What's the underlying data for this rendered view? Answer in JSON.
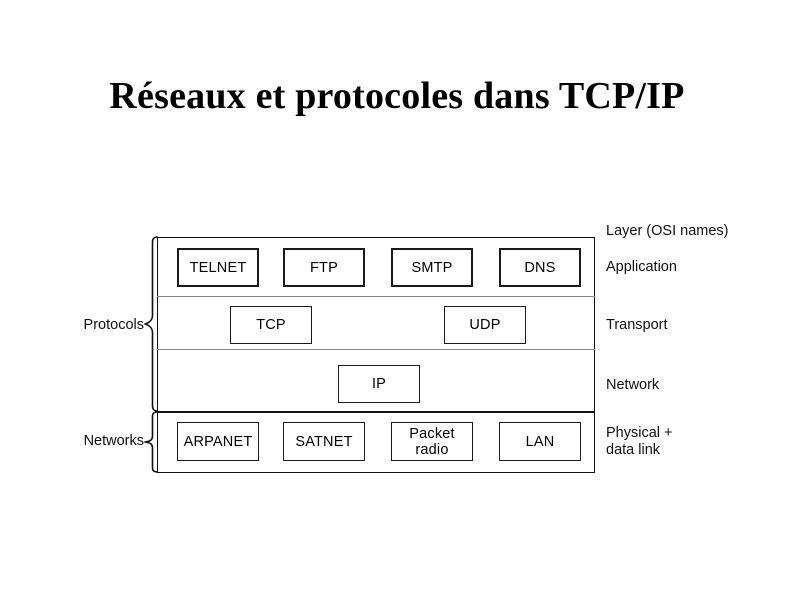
{
  "slide": {
    "title": "Réseaux et protocoles dans TCP/IP"
  },
  "diagram": {
    "heading_right": "Layer (OSI names)",
    "group_labels": {
      "protocols": "Protocols",
      "networks": "Networks"
    },
    "layers": [
      {
        "osi_name": "Application",
        "nodes": [
          "TELNET",
          "FTP",
          "SMTP",
          "DNS"
        ]
      },
      {
        "osi_name": "Transport",
        "nodes": [
          "TCP",
          "UDP"
        ]
      },
      {
        "osi_name": "Network",
        "nodes": [
          "IP"
        ]
      },
      {
        "osi_name": "Physical +\ndata link",
        "nodes": [
          "ARPANET",
          "SATNET",
          "Packet\nradio",
          "LAN"
        ]
      }
    ],
    "nodes": {
      "telnet": "TELNET",
      "ftp": "FTP",
      "smtp": "SMTP",
      "dns": "DNS",
      "tcp": "TCP",
      "udp": "UDP",
      "ip": "IP",
      "arpanet": "ARPANET",
      "satnet": "SATNET",
      "packet_radio": "Packet\nradio",
      "lan": "LAN"
    },
    "osi": {
      "application": "Application",
      "transport": "Transport",
      "network": "Network",
      "physical_data_link": "Physical +\ndata link"
    },
    "colors": {
      "background": "#ffffff",
      "ink": "#000000",
      "box_border": "#1a1a1a",
      "rule_light": "#8a8a8a",
      "rule_dark": "#111111"
    }
  }
}
